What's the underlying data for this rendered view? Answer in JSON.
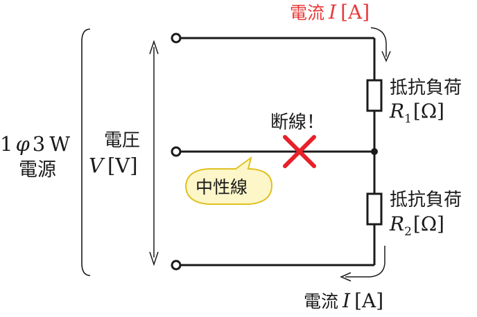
{
  "source": {
    "line1": "1",
    "phi": "φ",
    "line1b": "3",
    "line1c": "W",
    "line2": "電源"
  },
  "voltage": {
    "label": "電圧",
    "symbol": "V",
    "unit": "[V]"
  },
  "current_top": {
    "label": "電流",
    "symbol": "I",
    "unit": "[A]",
    "color": "#e83a3a"
  },
  "current_bottom": {
    "label": "電流",
    "symbol": "I",
    "unit": "[A]"
  },
  "load1": {
    "label": "抵抗負荷",
    "symbol": "R",
    "subscript": "1",
    "unit": "[Ω]"
  },
  "load2": {
    "label": "抵抗負荷",
    "symbol": "R",
    "subscript": "2",
    "unit": "[Ω]"
  },
  "break_label": "断線！",
  "neutral_bubble": "中性線",
  "colors": {
    "wire": "#1a1a1a",
    "break_mark": "#e8202a",
    "bubble_fill": "#fdf6c8",
    "bubble_stroke": "#e0c020"
  }
}
